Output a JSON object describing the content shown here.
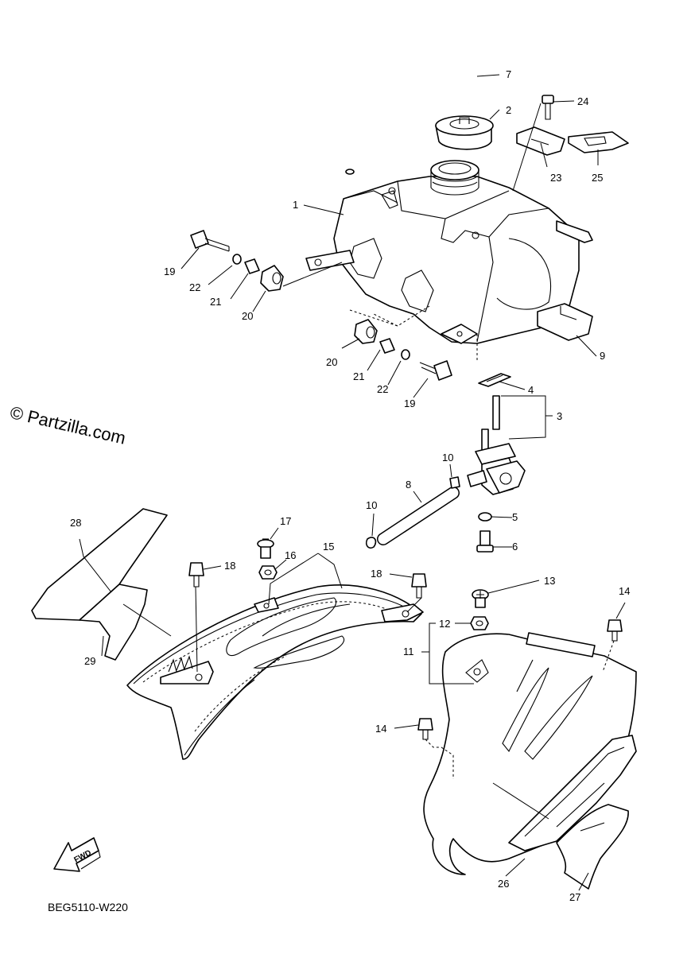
{
  "watermark": "© Partzilla.com",
  "diagram_code": "BEG5110-W220",
  "fwd_label": "FWD",
  "callouts": {
    "c1": "1",
    "c2": "2",
    "c3": "3",
    "c4": "4",
    "c5": "5",
    "c6": "6",
    "c7": "7",
    "c8": "8",
    "c9": "9",
    "c10a": "10",
    "c10b": "10",
    "c11": "11",
    "c12": "12",
    "c13": "13",
    "c14a": "14",
    "c14b": "14",
    "c15": "15",
    "c16": "16",
    "c17": "17",
    "c18a": "18",
    "c18b": "18",
    "c19a": "19",
    "c19b": "19",
    "c20a": "20",
    "c20b": "20",
    "c21a": "21",
    "c21b": "21",
    "c22a": "22",
    "c22b": "22",
    "c23": "23",
    "c24": "24",
    "c25": "25",
    "c26": "26",
    "c27": "27",
    "c28": "28",
    "c29": "29"
  }
}
